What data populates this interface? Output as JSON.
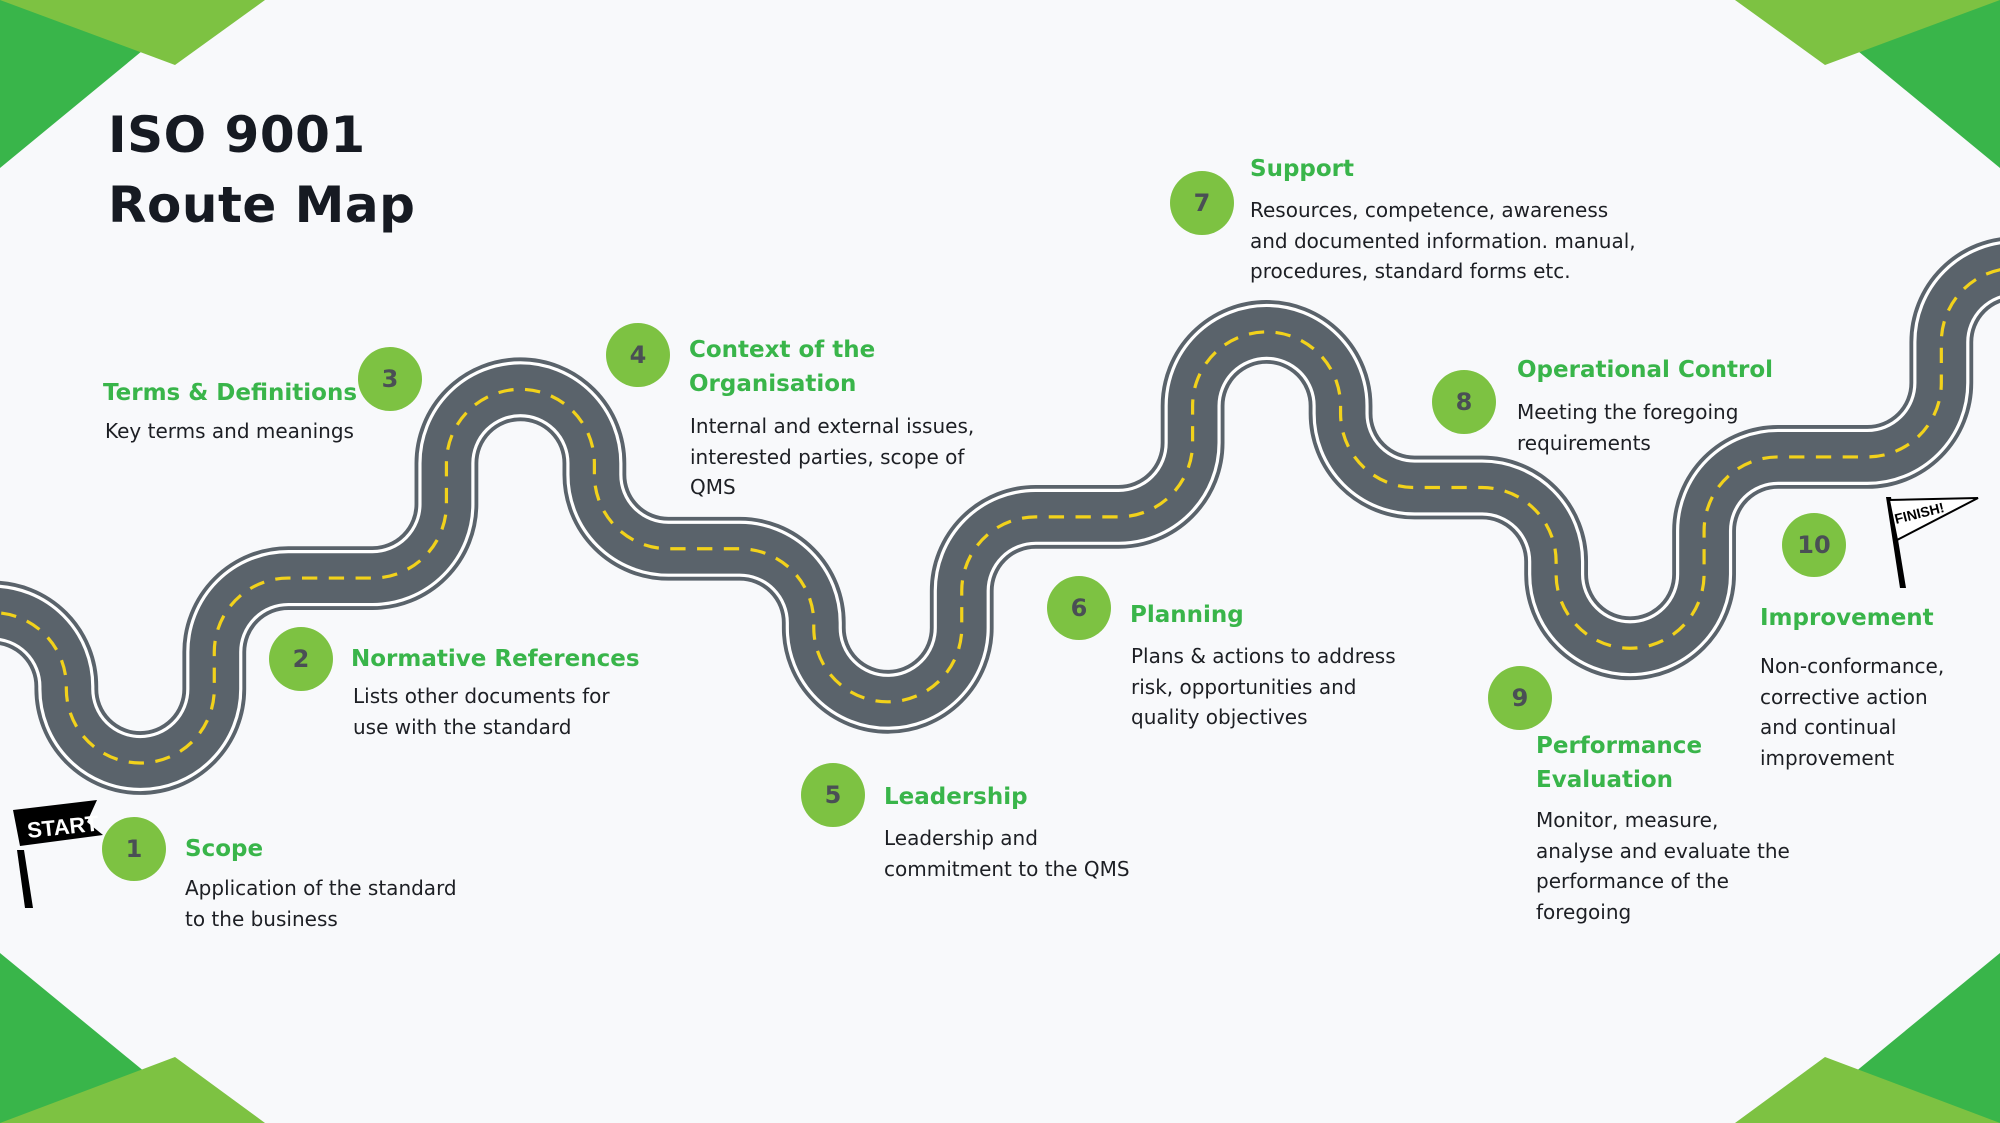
{
  "title": {
    "line1": "ISO 9001",
    "line2": "Route Map"
  },
  "colors": {
    "dark_green": "#39b54a",
    "light_green": "#7dc242",
    "road": "#5a636b",
    "lane": "#f2d21b"
  },
  "flags": {
    "start": "START",
    "finish": "FINISH!"
  },
  "steps": [
    {
      "number": "1",
      "title": "Scope",
      "text": "Application of the standard\nto the business"
    },
    {
      "number": "2",
      "title": "Normative References",
      "text": "Lists other documents for\nuse with the standard"
    },
    {
      "number": "3",
      "title": "Terms & Definitions",
      "text": "Key terms and meanings"
    },
    {
      "number": "4",
      "title": "Context of the\nOrganisation",
      "text": "Internal and external issues,\ninterested parties, scope of\nQMS"
    },
    {
      "number": "5",
      "title": "Leadership",
      "text": "Leadership and\ncommitment to the QMS"
    },
    {
      "number": "6",
      "title": "Planning",
      "text": "Plans & actions to address\nrisk, opportunities and\nquality objectives"
    },
    {
      "number": "7",
      "title": "Support",
      "text": "Resources, competence, awareness\nand documented information. manual,\nprocedures, standard forms etc."
    },
    {
      "number": "8",
      "title": "Operational Control",
      "text": "Meeting the foregoing\nrequirements"
    },
    {
      "number": "9",
      "title": "Performance\nEvaluation",
      "text": "Monitor, measure,\nanalyse and evaluate the\nperformance of the\nforegoing"
    },
    {
      "number": "10",
      "title": "Improvement",
      "text": "Non-conformance,\ncorrective action\nand continual\nimprovement"
    }
  ]
}
